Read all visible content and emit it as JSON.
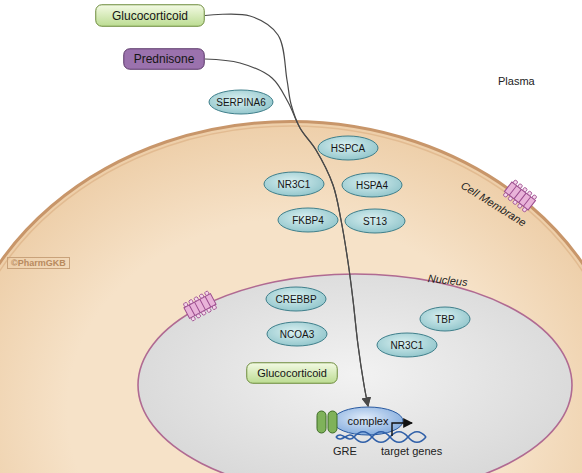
{
  "diagram": {
    "nodes": [
      {
        "text": [
          "Glucocorticoid"
        ]
      },
      {
        "text": [
          "Prednisone"
        ]
      },
      {
        "text": [
          "SERPINA6"
        ]
      },
      {
        "text": [
          "Cell Membrane"
        ]
      },
      {
        "text": [
          "HSPCA"
        ],
        "in": 3
      },
      {
        "text": [
          "NR3C1"
        ],
        "in": 3
      },
      {
        "text": [
          "HSPA4"
        ],
        "in": 3
      },
      {
        "text": [
          "FKBP4"
        ],
        "in": 3
      },
      {
        "text": [
          "ST13"
        ],
        "in": 3
      },
      {
        "text": [
          "Nucleus"
        ],
        "in": 3
      },
      {
        "text": [
          "CREBBP"
        ],
        "in": 9
      },
      {
        "text": [
          "TBP"
        ],
        "in": 9
      },
      {
        "text": [
          "NCOA3"
        ],
        "in": 9
      },
      {
        "text": [
          "NR3C1"
        ],
        "in": 9
      },
      {
        "text": [
          "Glucocorticoid"
        ],
        "in": 9
      },
      {
        "text": [
          "complex"
        ],
        "in": 9
      }
    ],
    "edges": [
      {
        "from": 0,
        "to": 15,
        "arrow": "to"
      },
      {
        "from": 1,
        "to": 15,
        "arrow": "to"
      }
    ],
    "labels": [
      "Plasma",
      "©PharmGKB",
      "GRE",
      "target genes"
    ]
  }
}
